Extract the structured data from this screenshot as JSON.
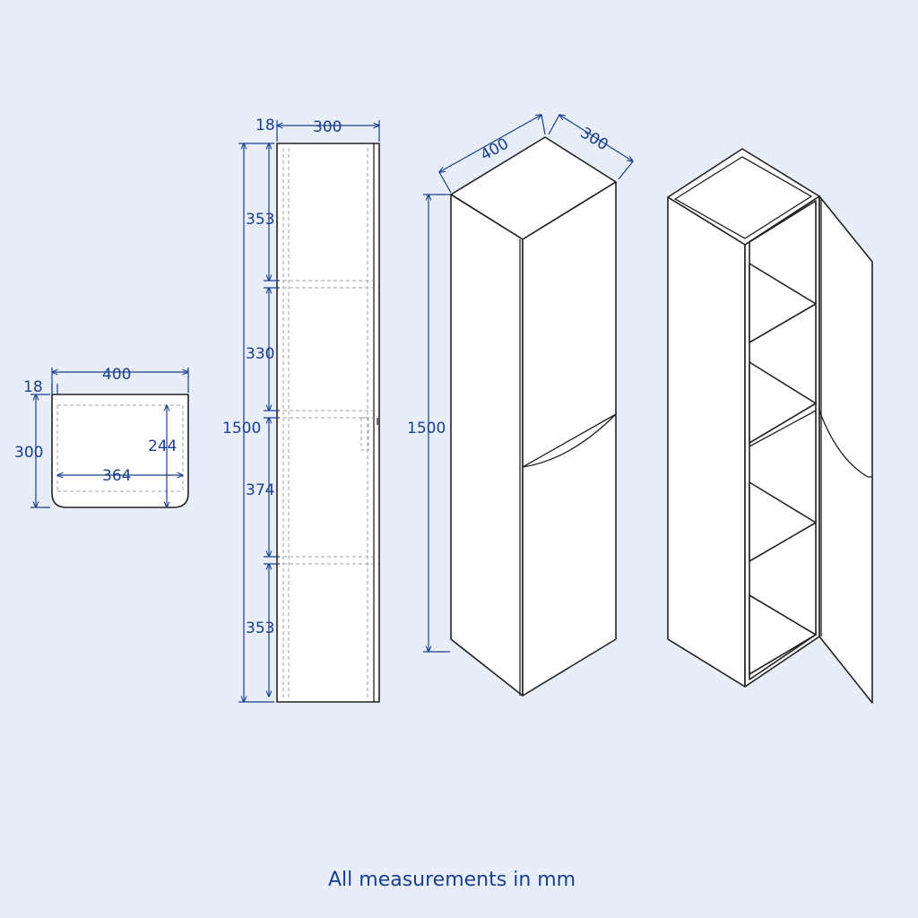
{
  "top_view": {
    "width_label": "400",
    "thickness_label": "18",
    "depth_label": "300",
    "inner_width_label": "364",
    "inner_depth_label": "244"
  },
  "front_view": {
    "depth_label": "300",
    "thickness_label": "18",
    "height_label": "1500",
    "section_labels": [
      "353",
      "330",
      "374",
      "353"
    ]
  },
  "closed_view": {
    "width_label": "400",
    "depth_label": "300",
    "height_label": "1500"
  },
  "footer": {
    "note": "All measurements in mm"
  },
  "colors": {
    "background": "#e8eef8",
    "dimension": "#1b3f8f",
    "outline": "#222222"
  }
}
